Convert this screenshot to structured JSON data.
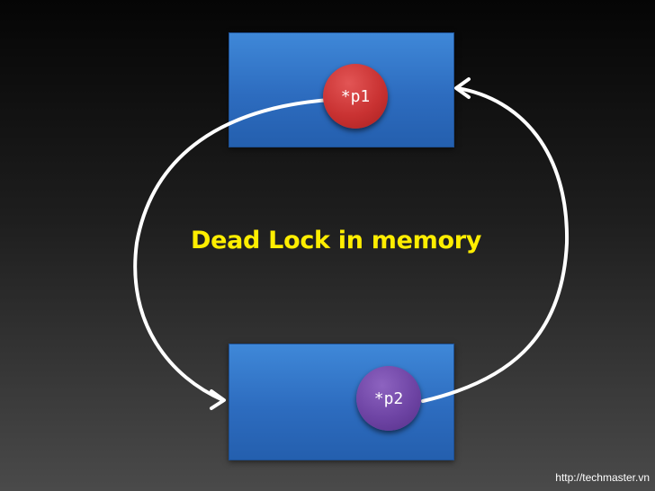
{
  "diagram": {
    "title": "Dead Lock in memory",
    "pointer_top": "*p1",
    "pointer_bottom": "*p2",
    "source_url": "http://techmaster.vn"
  },
  "colors": {
    "background": "#1e1e1e",
    "block": "#3f88d8",
    "pointer_top": "#c93232",
    "pointer_bottom": "#6e44a4",
    "title": "#ffee00",
    "arrow": "#ffffff"
  }
}
